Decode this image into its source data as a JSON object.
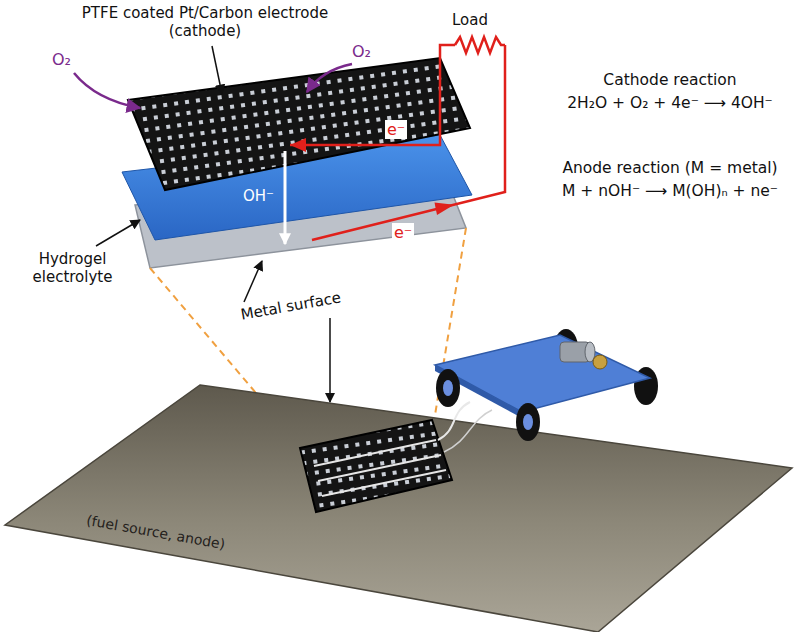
{
  "diagram": {
    "nodes": [
      {
        "text": [
          "(fuel source, anode)"
        ]
      }
    ],
    "labels": [
      "PTFE coated Pt/Carbon electrode (cathode)",
      "O₂",
      "O₂",
      "Load",
      "e⁻",
      "e⁻",
      "OH⁻",
      "Cathode reaction",
      "2H₂O + O₂ + 4e⁻ ⟶ 4OH⁻",
      "Anode reaction (M = metal)",
      "M + nOH⁻ ⟶ M(OH)ₙ + ne⁻",
      "Hydrogel electrolyte",
      "Metal surface"
    ]
  }
}
